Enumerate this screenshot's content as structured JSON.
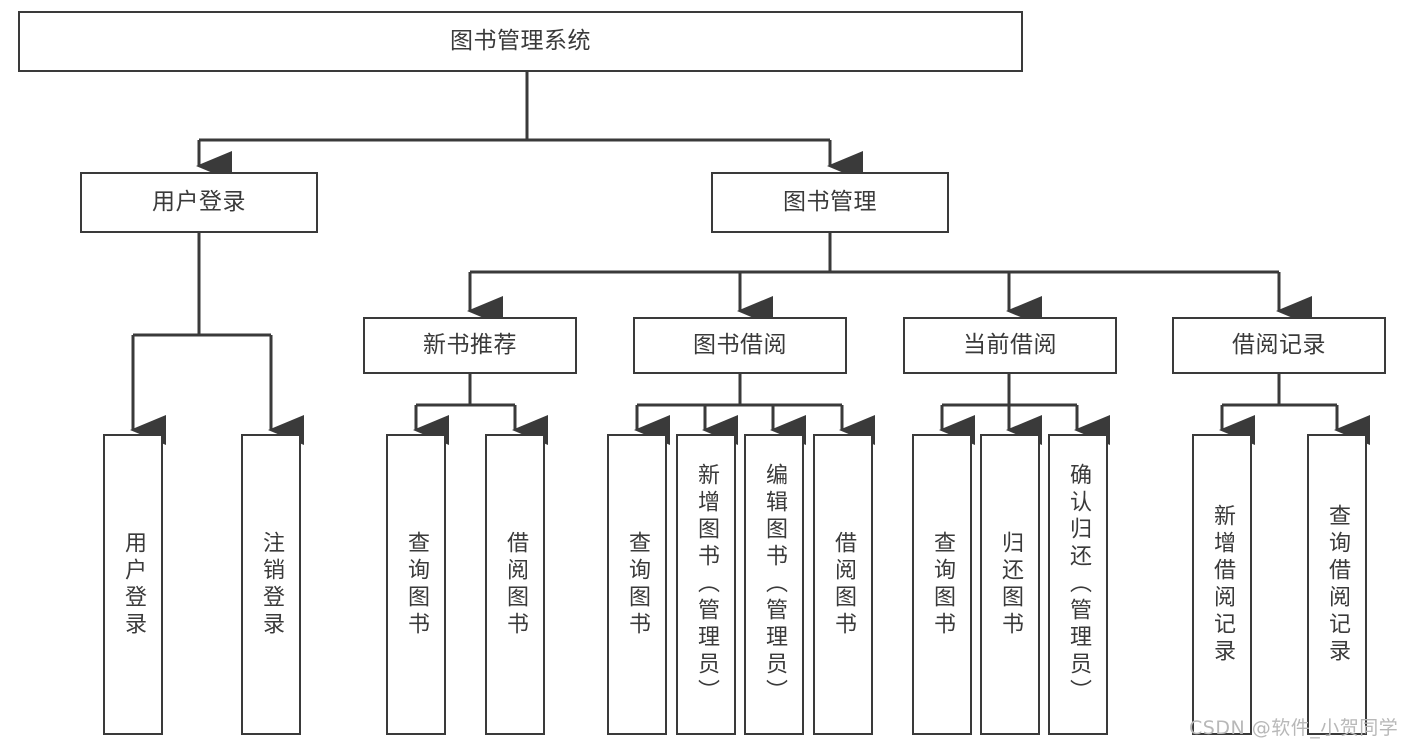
{
  "diagram": {
    "type": "tree-hierarchy",
    "title": "图书管理系统",
    "background_color": "#ffffff",
    "line_color": "#3a3a3a",
    "text_color": "#3a3a3a",
    "watermark": "CSDN @软件_小贺同学",
    "watermark_color": "#b8b8b8"
  },
  "nodes": {
    "root": {
      "label": "图书管理系统"
    },
    "level1": [
      {
        "label": "用户登录"
      },
      {
        "label": "图书管理"
      }
    ],
    "level2": [
      {
        "label": "新书推荐"
      },
      {
        "label": "图书借阅"
      },
      {
        "label": "当前借阅"
      },
      {
        "label": "借阅记录"
      }
    ],
    "leaves": {
      "user_login": [
        {
          "label": "用户登录"
        },
        {
          "label": "注销登录"
        }
      ],
      "new_book_recommend": [
        {
          "label": "查询图书"
        },
        {
          "label": "借阅图书"
        }
      ],
      "book_borrow": [
        {
          "label": "查询图书"
        },
        {
          "label": "新增图书（管理员）"
        },
        {
          "label": "编辑图书（管理员）"
        },
        {
          "label": "借阅图书"
        }
      ],
      "current_borrow": [
        {
          "label": "查询图书"
        },
        {
          "label": "归还图书"
        },
        {
          "label": "确认归还（管理员）"
        }
      ],
      "borrow_record": [
        {
          "label": "新增借阅记录"
        },
        {
          "label": "查询借阅记录"
        }
      ]
    }
  }
}
